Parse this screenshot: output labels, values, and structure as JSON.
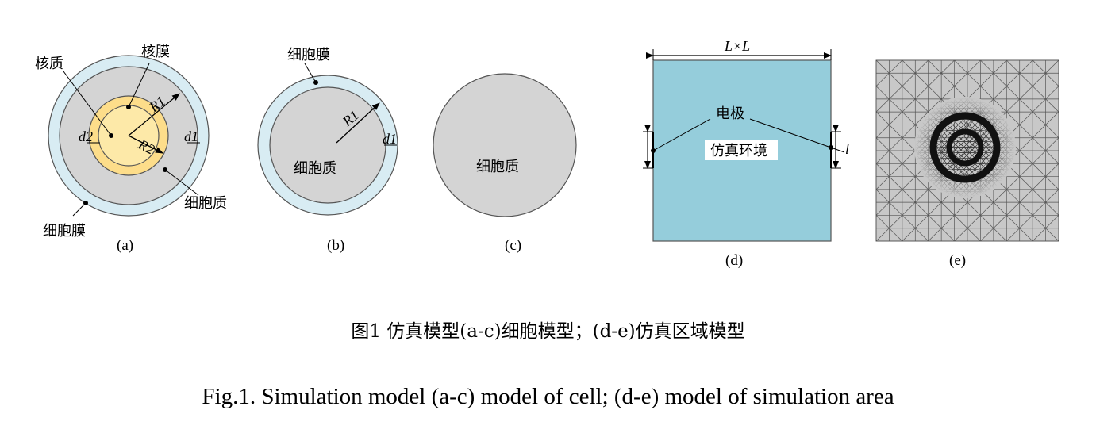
{
  "panel_a": {
    "nucleoplasm": "核质",
    "nuclear_membrane": "核膜",
    "cytoplasm": "细胞质",
    "cell_membrane": "细胞膜",
    "r1": "R1",
    "r2": "R2",
    "d1": "d1",
    "d2": "d2",
    "sub_label": "(a)"
  },
  "panel_b": {
    "cell_membrane": "细胞膜",
    "cytoplasm": "细胞质",
    "r1": "R1",
    "d1": "d1",
    "sub_label": "(b)"
  },
  "panel_c": {
    "cytoplasm": "细胞质",
    "sub_label": "(c)"
  },
  "panel_d": {
    "size": "L×L",
    "electrode": "电极",
    "environment": "仿真环境",
    "l": "l",
    "sub_label": "(d)"
  },
  "panel_e": {
    "sub_label": "(e)"
  },
  "caption": {
    "chinese": "图1  仿真模型(a-c)细胞模型；(d-e)仿真区域模型",
    "english": "Fig.1. Simulation model (a-c) model of cell; (d-e) model of simulation area"
  },
  "colors": {
    "membrane": "#d8ecf3",
    "cytoplasm": "#d4d4d4",
    "nucleus": "#fddd8a",
    "environment": "#95cddb",
    "mesh_bg": "#c8c8c8"
  }
}
